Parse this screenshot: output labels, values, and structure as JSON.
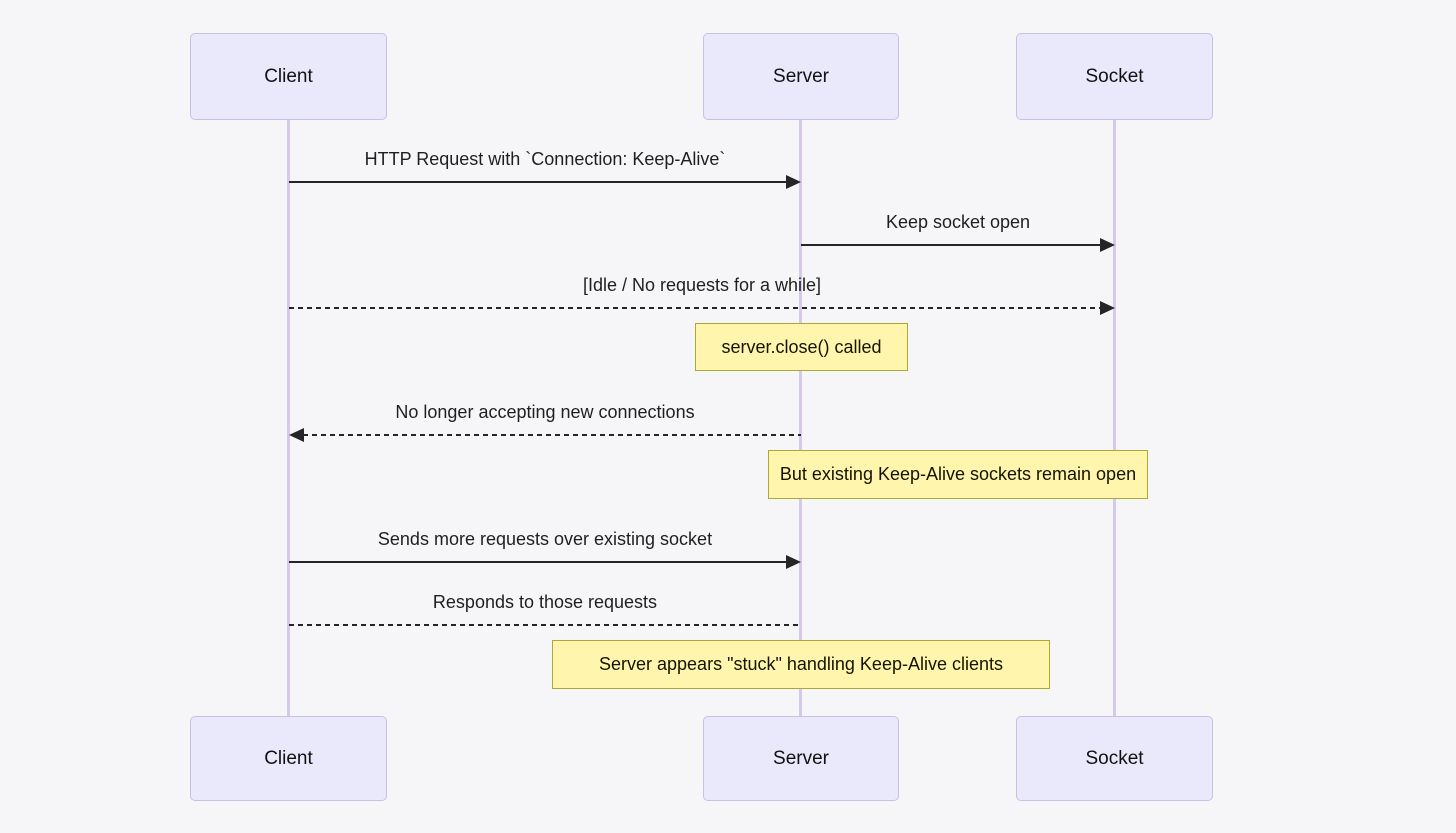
{
  "diagram": {
    "type": "sequence-diagram",
    "actors": [
      {
        "id": "client",
        "name": "Client"
      },
      {
        "id": "server",
        "name": "Server"
      },
      {
        "id": "socket",
        "name": "Socket"
      }
    ],
    "messages": [
      {
        "from": "Client",
        "to": "Server",
        "label": "HTTP Request with `Connection: Keep-Alive`",
        "line": "solid",
        "arrow": "filled-right"
      },
      {
        "from": "Server",
        "to": "Socket",
        "label": "Keep socket open",
        "line": "solid",
        "arrow": "filled-right"
      },
      {
        "from": "Client",
        "to": "Socket",
        "label": "[Idle / No requests for a while]",
        "line": "dashed",
        "arrow": "filled-right"
      },
      {
        "from": "Server",
        "to": "Client",
        "label": "No longer accepting new connections",
        "line": "dashed",
        "arrow": "filled-left"
      },
      {
        "from": "Client",
        "to": "Server",
        "label": "Sends more requests over existing socket",
        "line": "solid",
        "arrow": "filled-right"
      },
      {
        "from": "Server",
        "to": "Client",
        "label": "Responds to those requests",
        "line": "dashed",
        "arrow": "none"
      }
    ],
    "notes": [
      {
        "over": "Server",
        "text": "server.close() called"
      },
      {
        "over": "Server, Socket",
        "text": "But existing Keep-Alive sockets remain open"
      },
      {
        "over": "Server",
        "text": "Server appears \"stuck\" handling Keep-Alive clients"
      }
    ],
    "colors": {
      "background": "#f6f6f8",
      "actor_fill": "#e9e9fb",
      "actor_border": "#c9c0e6",
      "lifeline": "#d7c9ec",
      "note_fill": "#fff5ad",
      "note_border": "#aaaa33",
      "message_line": "#252525",
      "text": "#1f1f1f"
    }
  }
}
